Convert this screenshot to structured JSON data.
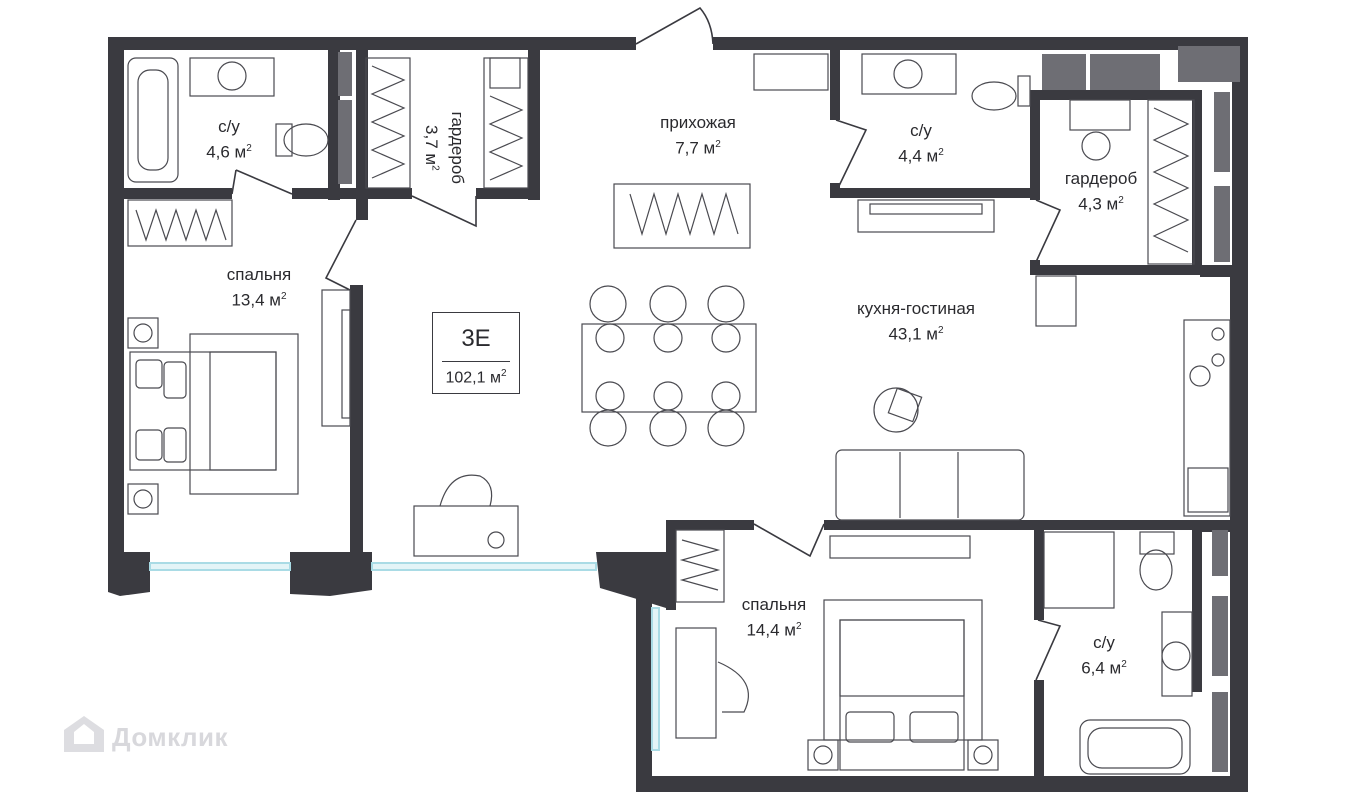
{
  "apartment": {
    "code": "3E",
    "total_area": "102,1 м",
    "area_sup": "2"
  },
  "rooms": {
    "bath_nw": {
      "name": "с/у",
      "area": "4,6 м",
      "sup": "2"
    },
    "wardrobe_n": {
      "name": "гардероб",
      "area": "3,7 м",
      "sup": "2"
    },
    "hall": {
      "name": "прихожая",
      "area": "7,7 м",
      "sup": "2"
    },
    "bath_n": {
      "name": "с/у",
      "area": "4,4 м",
      "sup": "2"
    },
    "wardrobe_ne": {
      "name": "гардероб",
      "area": "4,3 м",
      "sup": "2"
    },
    "bedroom_w": {
      "name": "спальня",
      "area": "13,4 м",
      "sup": "2"
    },
    "kitchen": {
      "name": "кухня-гостиная",
      "area": "43,1 м",
      "sup": "2"
    },
    "bedroom_s": {
      "name": "спальня",
      "area": "14,4 м",
      "sup": "2"
    },
    "bath_se": {
      "name": "с/у",
      "area": "6,4 м",
      "sup": "2"
    }
  },
  "watermark": {
    "text": "Домклик",
    "icon": "house-logo-icon"
  },
  "colors": {
    "wall": "#3a3a40",
    "wall_dark": "#2f2f35",
    "line": "#4a4a50",
    "window": "#bfe3ea",
    "background": "#ffffff"
  }
}
